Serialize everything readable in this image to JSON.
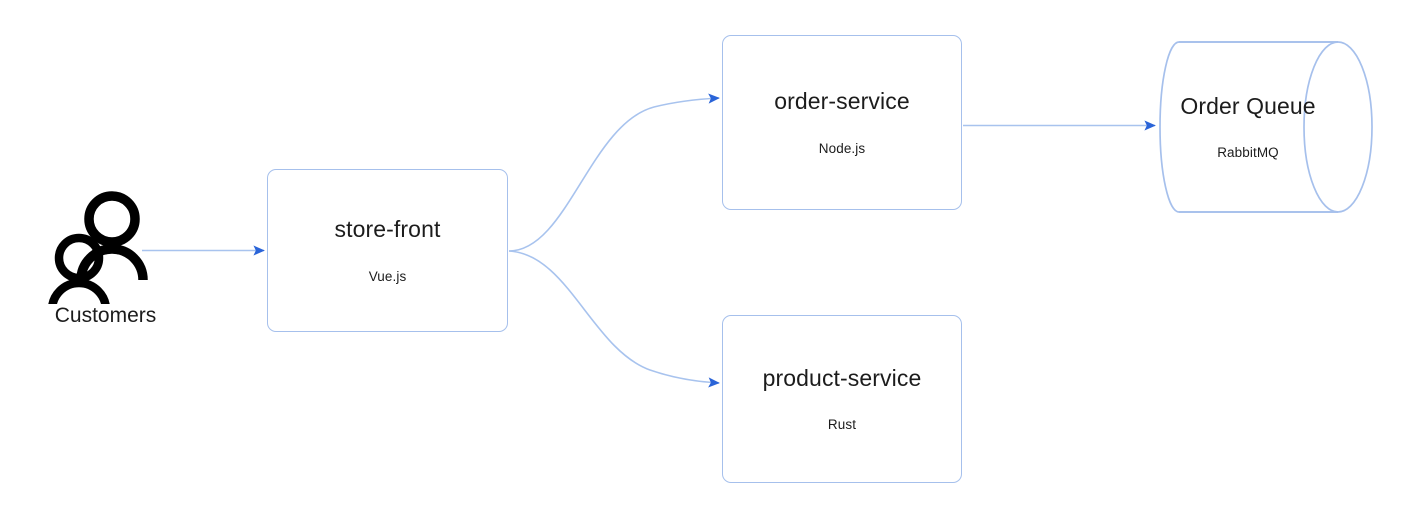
{
  "diagram": {
    "title": "microservices-architecture",
    "background": "#ffffff",
    "colors": {
      "node_border": "#a6c0ec",
      "edge_line": "#a8c3ee",
      "arrow_head": "#2a64d8",
      "text": "#1c1c1c",
      "actor_stroke": "#000000"
    },
    "actor": {
      "name": "customers-actor",
      "label": "Customers",
      "icon": "two-people-icon"
    },
    "nodes": [
      {
        "id": "store-front",
        "title": "store-front",
        "subtitle": "Vue.js",
        "shape": "rounded-rect"
      },
      {
        "id": "order-service",
        "title": "order-service",
        "subtitle": "Node.js",
        "shape": "rounded-rect"
      },
      {
        "id": "product-service",
        "title": "product-service",
        "subtitle": "Rust",
        "shape": "rounded-rect"
      },
      {
        "id": "order-queue",
        "title": "Order Queue",
        "subtitle": "RabbitMQ",
        "shape": "cylinder"
      }
    ],
    "edges": [
      {
        "id": "customers-to-store-front",
        "from": "Customers",
        "to": "store-front",
        "style": "straight-arrow"
      },
      {
        "id": "store-front-to-order-service",
        "from": "store-front",
        "to": "order-service",
        "style": "curved-arrow"
      },
      {
        "id": "store-front-to-product-service",
        "from": "store-front",
        "to": "product-service",
        "style": "curved-arrow"
      },
      {
        "id": "order-service-to-order-queue",
        "from": "order-service",
        "to": "Order Queue",
        "style": "straight-arrow"
      }
    ]
  }
}
